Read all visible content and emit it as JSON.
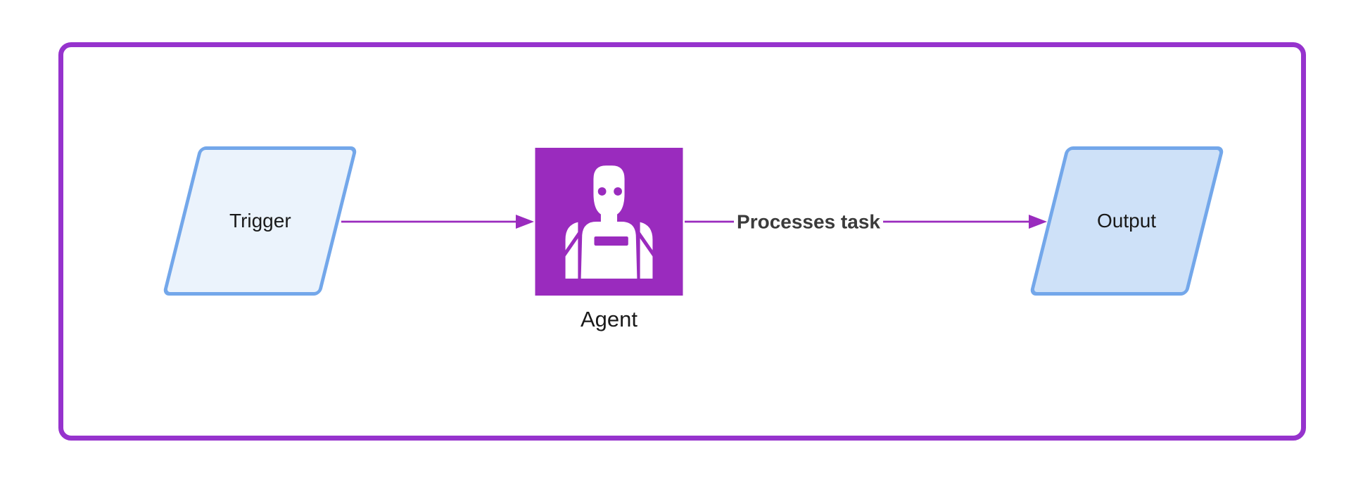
{
  "diagram": {
    "nodes": {
      "trigger": {
        "label": "Trigger",
        "shape": "parallelogram"
      },
      "agent": {
        "label": "Agent",
        "shape": "square",
        "icon": "robot-icon"
      },
      "output": {
        "label": "Output",
        "shape": "parallelogram"
      }
    },
    "edges": [
      {
        "from": "trigger",
        "to": "agent",
        "label": ""
      },
      {
        "from": "agent",
        "to": "output",
        "label": "Processes task"
      }
    ]
  },
  "colors": {
    "frame-purple": "#9633cd",
    "purple": "#9a2bbe",
    "blue-border": "#73a7ea",
    "trigger-fill": "#ebf3fc",
    "output-fill": "#cee1f8",
    "edge-label": "#3b3b3b",
    "node-label": "#1a1a1a"
  }
}
